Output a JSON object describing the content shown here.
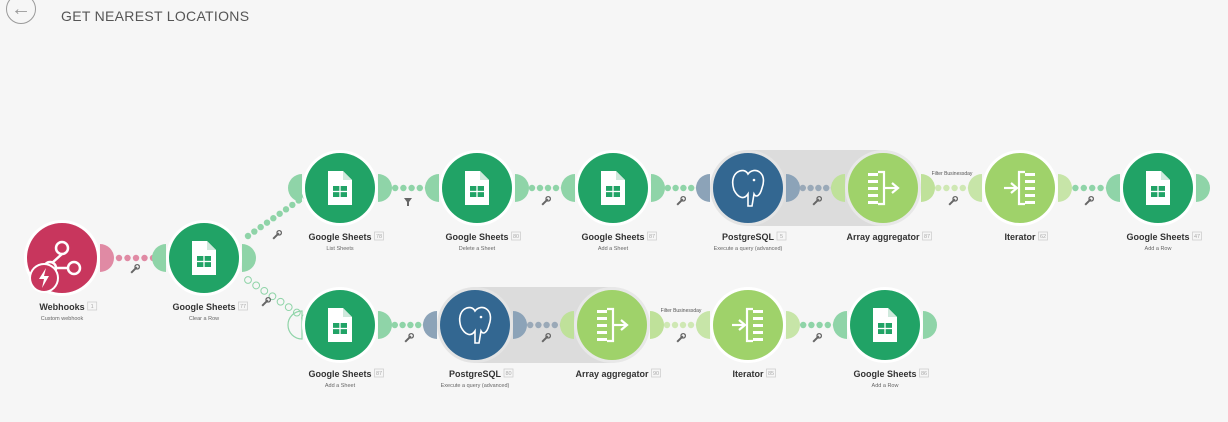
{
  "header": {
    "title": "GET NEAREST LOCATIONS",
    "back_icon": "arrow-left-icon"
  },
  "colors": {
    "sheets": "#21a366",
    "sheets_light": "#8fd4a8",
    "webhook": "#c8365d",
    "webhook_light": "#e08aa4",
    "postgres": "#336791",
    "aggregator": "#9fd26a",
    "iterator": "#9fd26a",
    "background": "#f6f6f6"
  },
  "modules": [
    {
      "id": "wh",
      "name": "Webhooks",
      "num": "1",
      "sub": "Custom webhook",
      "icon": "webhook-icon"
    },
    {
      "id": "gs-clear",
      "name": "Google Sheets",
      "num": "77",
      "sub": "Clear a Row",
      "icon": "google-sheets-icon"
    },
    {
      "id": "gs-list",
      "name": "Google Sheets",
      "num": "78",
      "sub": "List Sheets",
      "icon": "google-sheets-icon"
    },
    {
      "id": "gs-delete",
      "name": "Google Sheets",
      "num": "80",
      "sub": "Delete a Sheet",
      "icon": "google-sheets-icon"
    },
    {
      "id": "gs-add-sheet1",
      "name": "Google Sheets",
      "num": "87",
      "sub": "Add a Sheet",
      "icon": "google-sheets-icon"
    },
    {
      "id": "pg1",
      "name": "PostgreSQL",
      "num": "5",
      "sub": "Execute a query (advanced)",
      "icon": "postgresql-elephant-icon"
    },
    {
      "id": "agg1",
      "name": "Array aggregator",
      "num": "87",
      "sub": "",
      "icon": "array-aggregator-icon"
    },
    {
      "id": "it1",
      "name": "Iterator",
      "num": "62",
      "sub": "",
      "icon": "iterator-icon"
    },
    {
      "id": "gs-add-row1",
      "name": "Google Sheets",
      "num": "47",
      "sub": "Add a Row",
      "icon": "google-sheets-icon"
    },
    {
      "id": "gs-add-sheet2",
      "name": "Google Sheets",
      "num": "87",
      "sub": "Add a Sheet",
      "icon": "google-sheets-icon"
    },
    {
      "id": "pg2",
      "name": "PostgreSQL",
      "num": "80",
      "sub": "Execute a query (advanced)",
      "icon": "postgresql-elephant-icon"
    },
    {
      "id": "agg2",
      "name": "Array aggregator",
      "num": "90",
      "sub": "",
      "icon": "array-aggregator-icon"
    },
    {
      "id": "it2",
      "name": "Iterator",
      "num": "85",
      "sub": "",
      "icon": "iterator-icon"
    },
    {
      "id": "gs-add-row2",
      "name": "Google Sheets",
      "num": "86",
      "sub": "Add a Row",
      "icon": "google-sheets-icon"
    }
  ],
  "filters": [
    {
      "id": "filter1",
      "label": "Filter Businessday"
    },
    {
      "id": "filter2",
      "label": "Filter Businessday"
    }
  ]
}
